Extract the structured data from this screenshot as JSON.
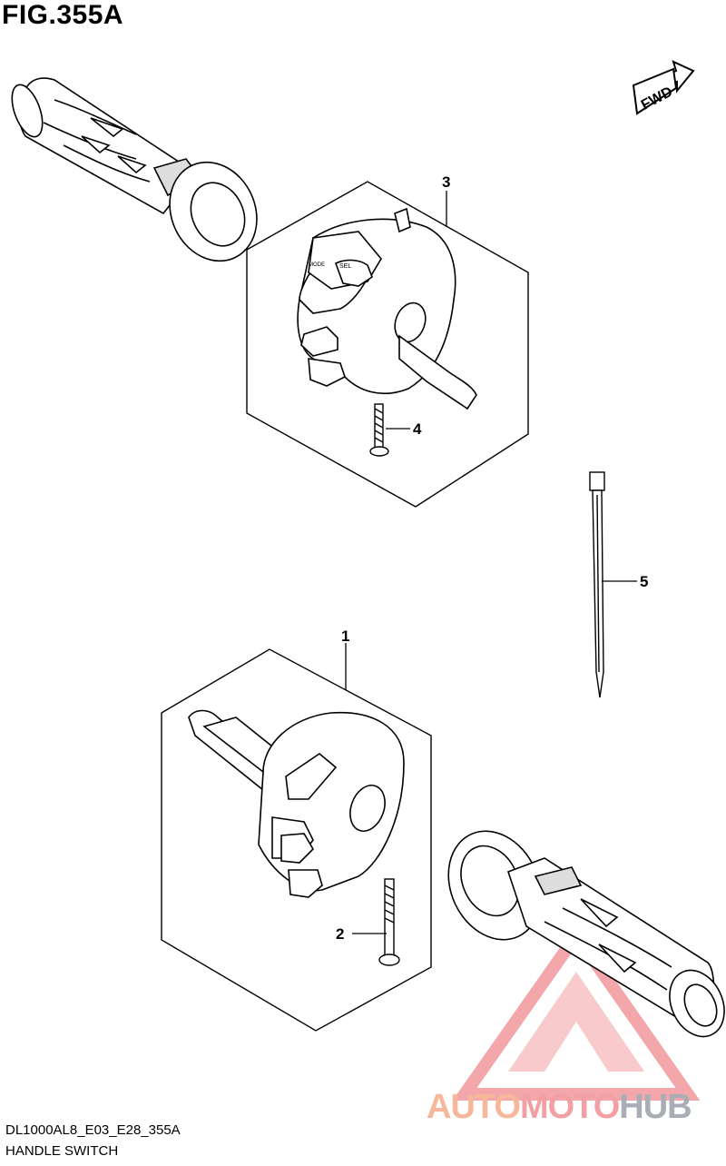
{
  "figure": {
    "title": "FIG.355A",
    "code": "DL1000AL8_E03_E28_355A",
    "name": "HANDLE SWITCH"
  },
  "direction_badge": {
    "text": "FWD"
  },
  "callouts": {
    "c1": "1",
    "c2": "2",
    "c3": "3",
    "c4": "4",
    "c5": "5"
  },
  "switch_markings": {
    "mode": "MODE",
    "sel": "SEL"
  },
  "watermark": {
    "part1": "AUTO",
    "part2": "MOTO",
    "part3": "HUB",
    "colors": {
      "auto": "#f5b89a",
      "moto": "#f2a0a4",
      "hub": "#a9adb6",
      "logo": "#f08a8e"
    }
  }
}
